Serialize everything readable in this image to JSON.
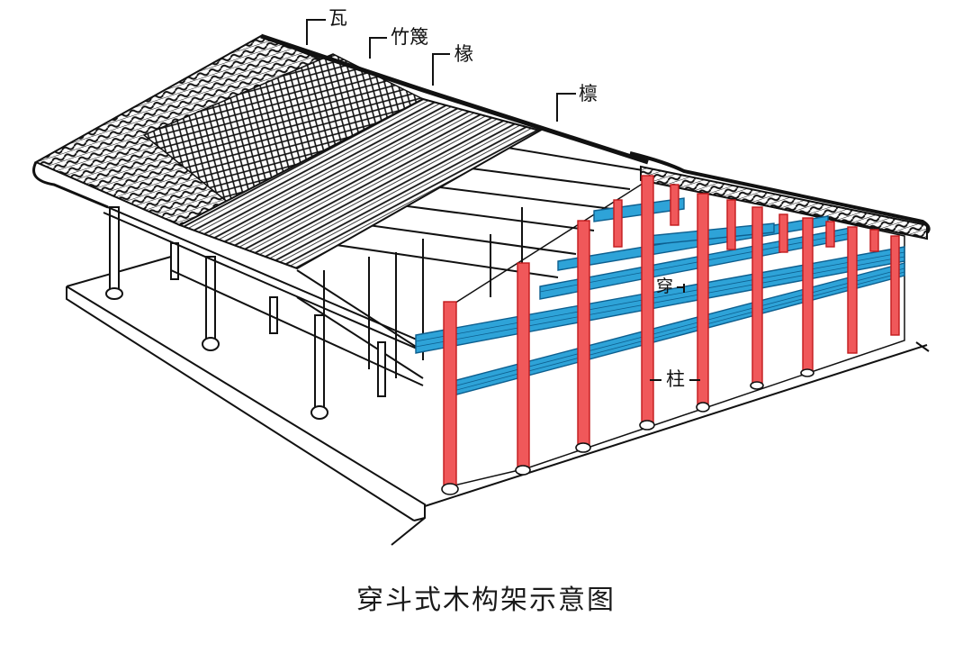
{
  "diagram": {
    "caption": "穿斗式木构架示意图",
    "labels": {
      "tile": "瓦",
      "bamboo_mat": "竹篾",
      "rafter": "椽",
      "purlin": "檩",
      "tie_beam": "穿",
      "column": "柱"
    },
    "colors": {
      "column": "#f0585a",
      "column_outline": "#c21a1c",
      "tie_beam": "#2ea3d8",
      "tie_beam_outline": "#0d5f8f",
      "ink": "#111111",
      "background": "#ffffff"
    }
  }
}
